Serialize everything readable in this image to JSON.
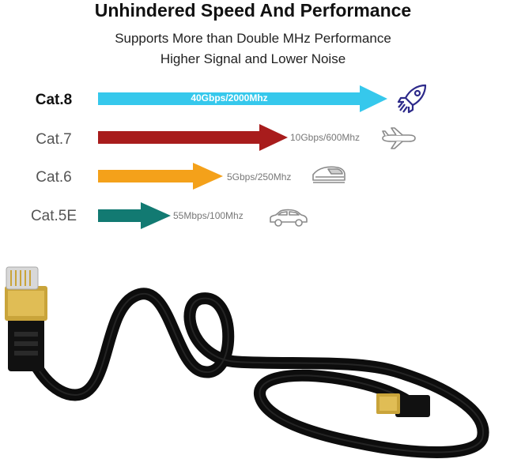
{
  "header": {
    "title": "Unhindered Speed And Performance",
    "subtitle_line1": "Supports More than Double MHz Performance",
    "subtitle_line2": "Higher Signal and Lower Noise"
  },
  "categories": [
    {
      "label": "Cat.8",
      "speed": "40Gbps/2000Mhz",
      "color": "#36c8ec",
      "icon": "rocket-icon",
      "highlight": true
    },
    {
      "label": "Cat.7",
      "speed": "10Gbps/600Mhz",
      "color": "#a81c1c",
      "icon": "airplane-icon",
      "highlight": false
    },
    {
      "label": "Cat.6",
      "speed": "5Gbps/250Mhz",
      "color": "#f4a11a",
      "icon": "train-icon",
      "highlight": false
    },
    {
      "label": "Cat.5E",
      "speed": "55Mbps/100Mhz",
      "color": "#127a72",
      "icon": "car-icon",
      "highlight": false
    }
  ]
}
